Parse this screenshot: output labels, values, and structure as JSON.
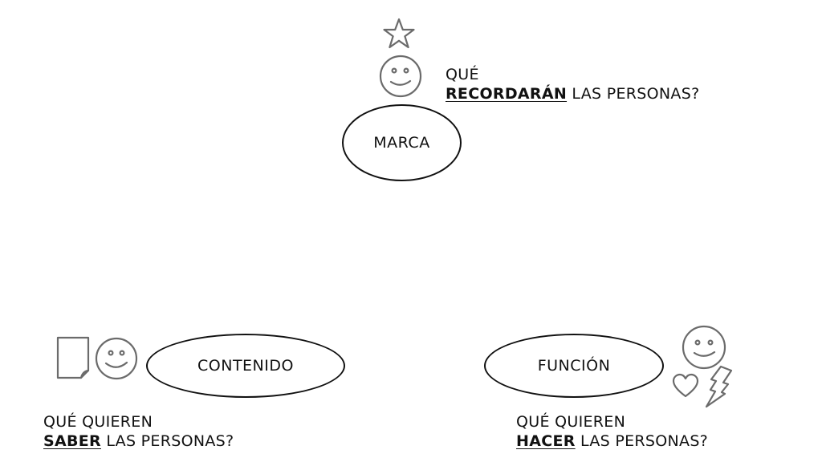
{
  "brand": {
    "ellipse_label": "MARCA",
    "question_line1": "QUÉ",
    "question_emphasis": "RECORDARÁN",
    "question_rest": " LAS PERSONAS?",
    "icons": [
      "star-icon",
      "smiley-face-icon"
    ]
  },
  "content": {
    "ellipse_label": "CONTENIDO",
    "question_line1": "QUÉ QUIEREN",
    "question_emphasis": "SABER",
    "question_rest": " LAS PERSONAS?",
    "icons": [
      "document-icon",
      "smiley-face-icon"
    ]
  },
  "function": {
    "ellipse_label": "FUNCIÓN",
    "question_line1": "QUÉ QUIEREN",
    "question_emphasis": "HACER",
    "question_rest": " LAS PERSONAS?",
    "icons": [
      "smiley-face-icon",
      "heart-icon",
      "lightning-bolt-icon"
    ]
  },
  "colors": {
    "outline": "#111111",
    "icon": "#6b6b6b",
    "background": "#ffffff"
  }
}
